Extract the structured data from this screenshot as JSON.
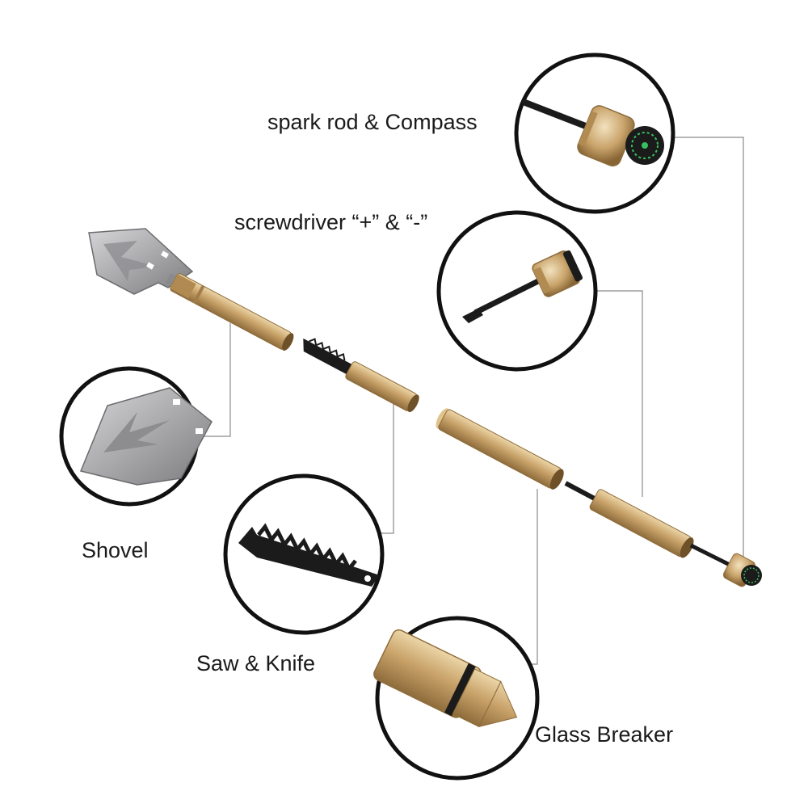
{
  "labels": {
    "spark_rod_compass": "spark rod & Compass",
    "screwdriver": "screwdriver “+” & “-”",
    "shovel": "Shovel",
    "saw_knife": "Saw & Knife",
    "glass_breaker": "Glass Breaker"
  },
  "colors": {
    "brass": "#c9a36a",
    "brass_dark": "#9c7a45",
    "brass_light": "#ecd6a8",
    "steel": "#a9a9ab",
    "black": "#1b1b1b",
    "compass_green": "#38c060",
    "leader_line": "#8a8a8a"
  },
  "parts": [
    {
      "name": "shovel-head",
      "icon": "shovel-icon"
    },
    {
      "name": "saw-knife",
      "icon": "saw-icon"
    },
    {
      "name": "glass-breaker",
      "icon": "glass-breaker-icon"
    },
    {
      "name": "screwdriver",
      "icon": "screwdriver-icon"
    },
    {
      "name": "spark-rod-compass",
      "icon": "compass-icon"
    }
  ]
}
